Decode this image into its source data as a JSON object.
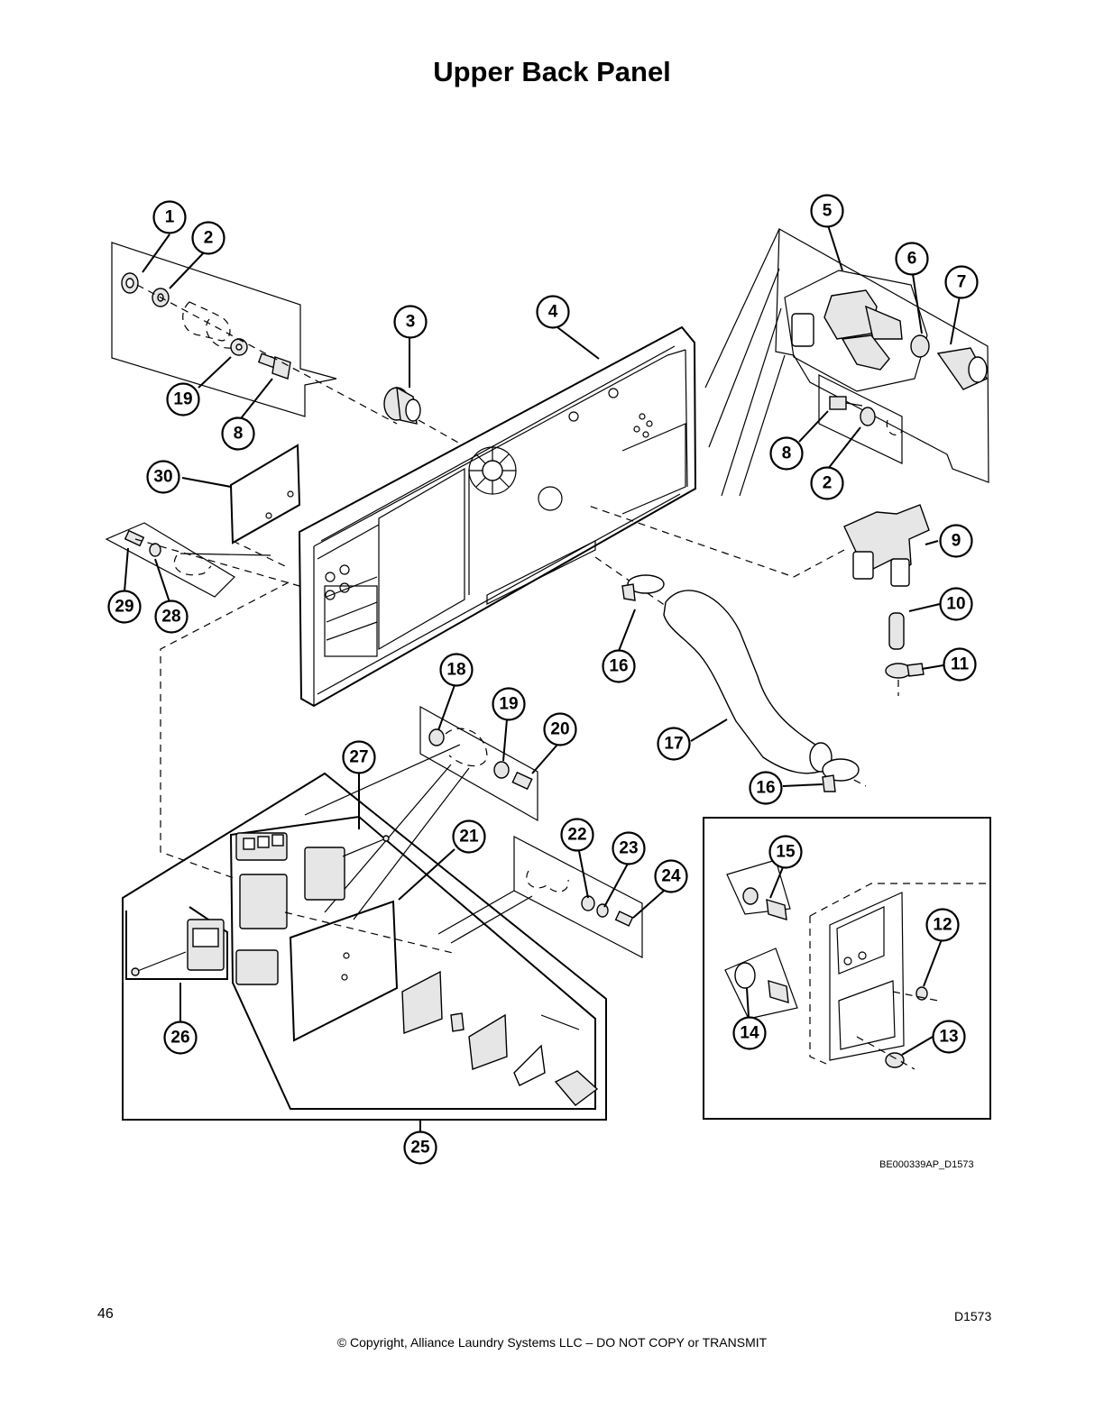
{
  "title": "Upper Back Panel",
  "callouts": [
    "1",
    "2",
    "3",
    "4",
    "5",
    "6",
    "7",
    "8",
    "2",
    "19",
    "8",
    "30",
    "9",
    "10",
    "11",
    "16",
    "29",
    "28",
    "18",
    "19",
    "20",
    "17",
    "16",
    "27",
    "21",
    "22",
    "23",
    "24",
    "15",
    "12",
    "14",
    "13",
    "26",
    "25"
  ],
  "drawing_code": "BE000339AP_D1573",
  "footer": {
    "page_number": "46",
    "copyright": "© Copyright, Alliance Laundry Systems LLC – DO NOT COPY or TRANSMIT",
    "doc_id": "D1573"
  }
}
